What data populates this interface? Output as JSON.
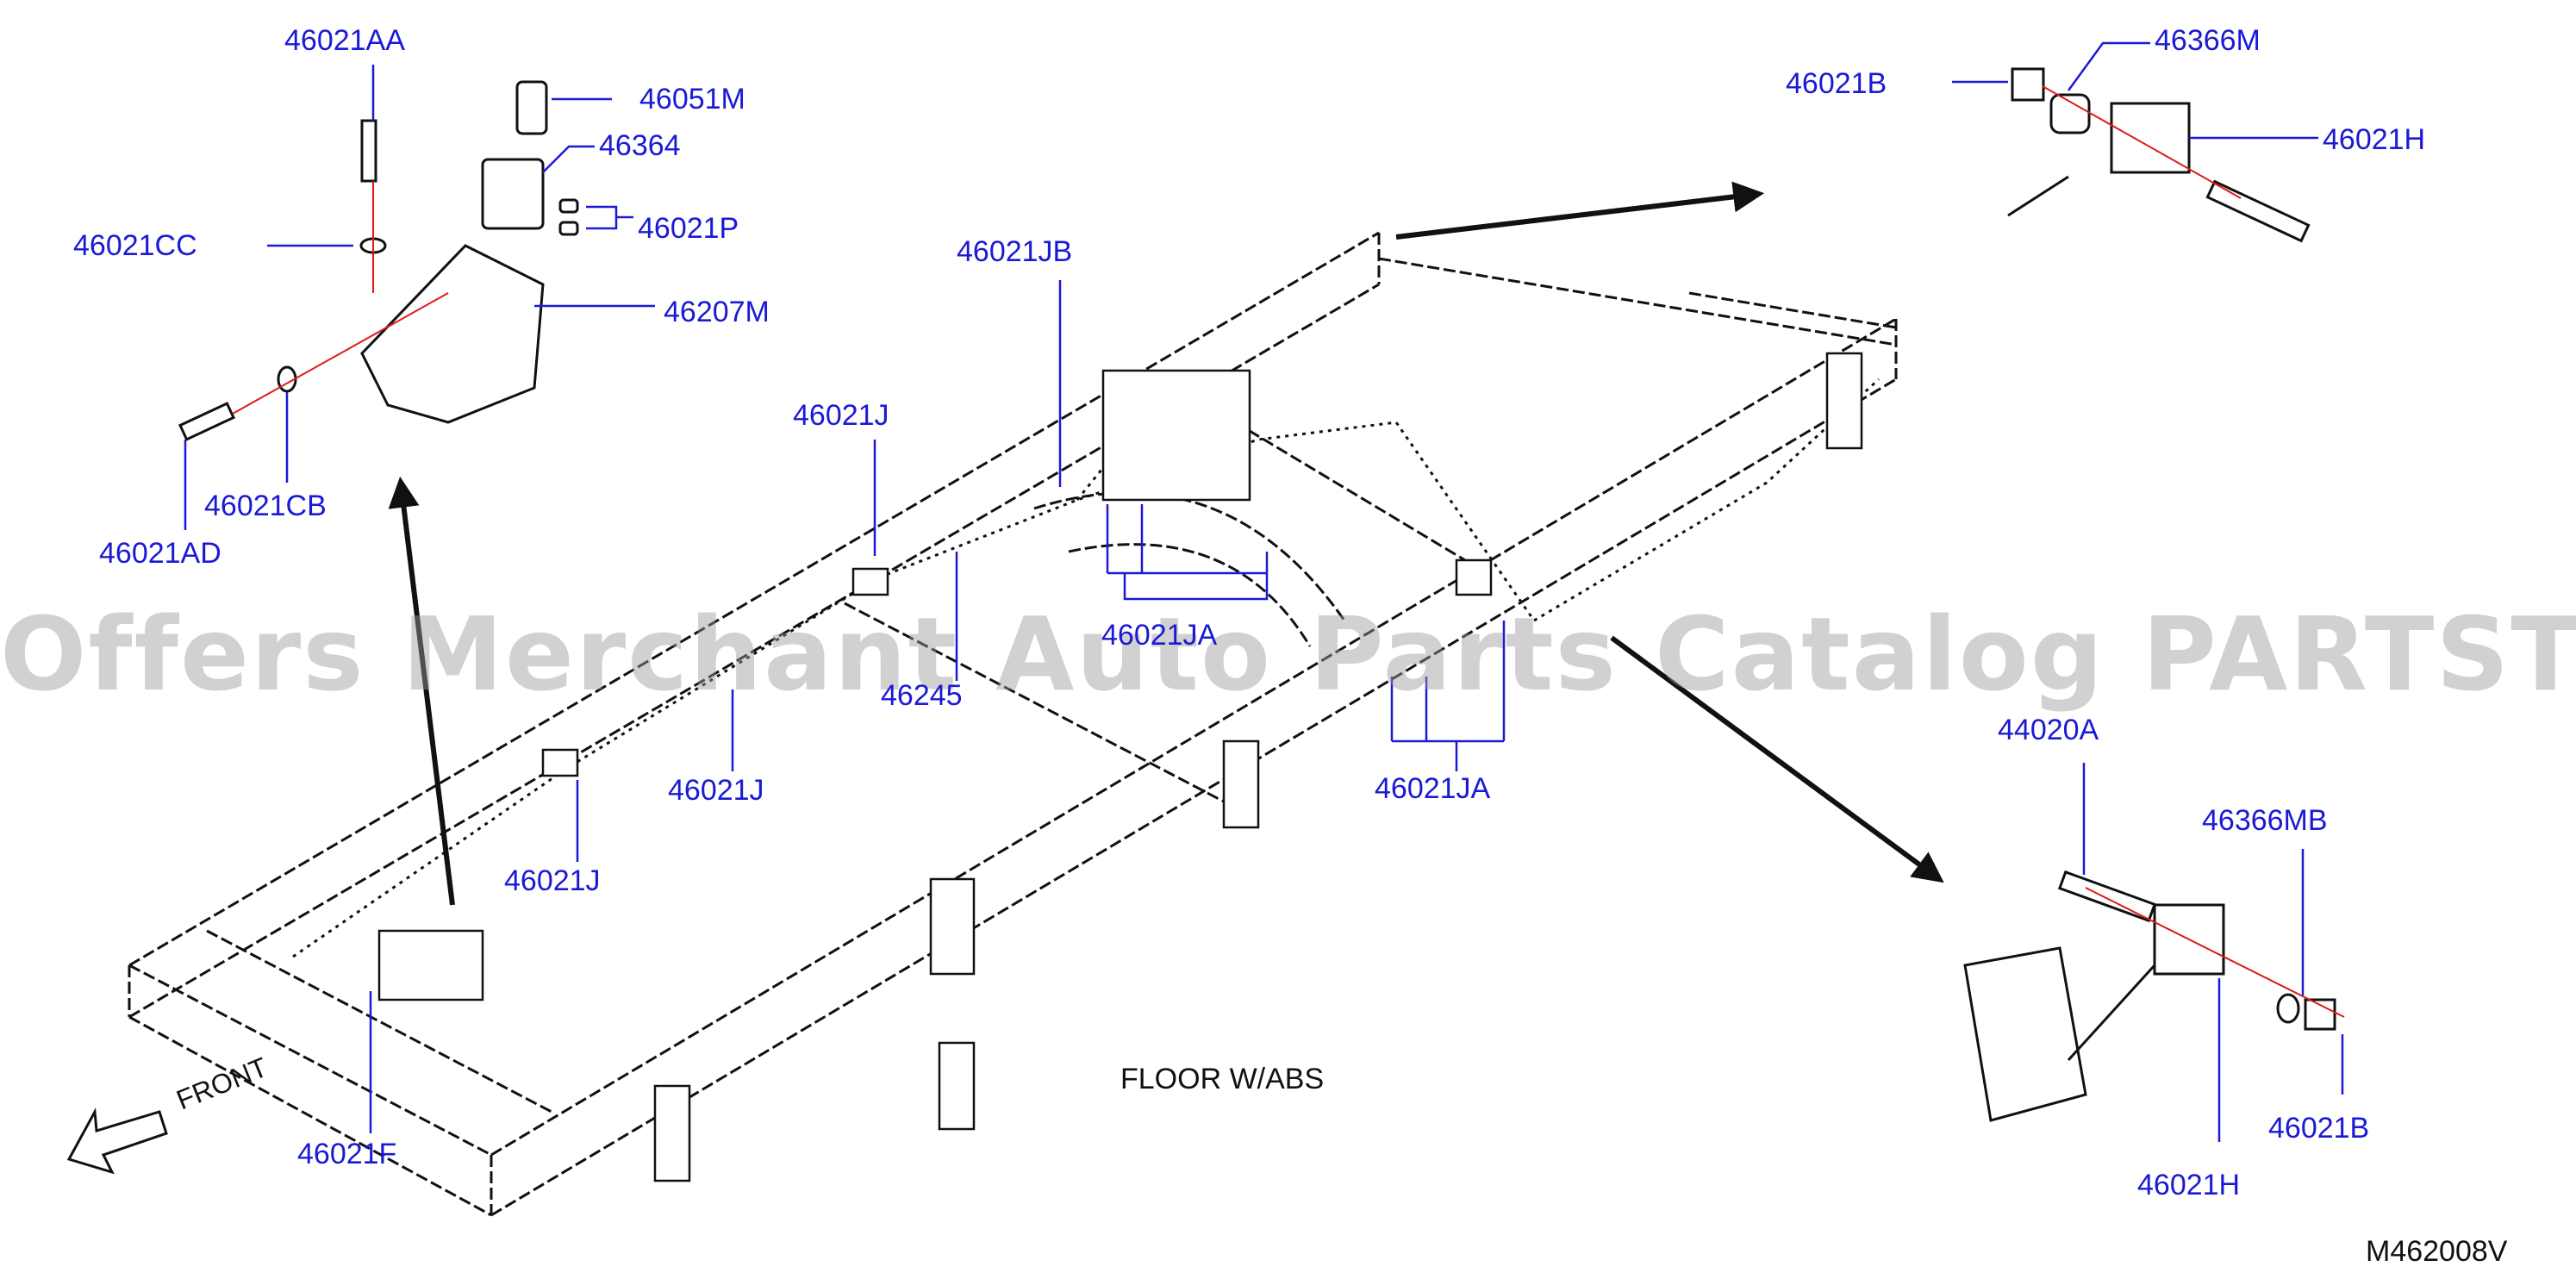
{
  "diagram": {
    "caption": "FLOOR   W/ABS",
    "front_label": "FRONT",
    "diagram_id": "M462008V",
    "watermark": "Offers Merchant Auto Parts Catalog PARTSTORE.SA",
    "callouts": {
      "p46021AA": "46021AA",
      "p46051M": "46051M",
      "p46364": "46364",
      "p46021P": "46021P",
      "p46021CC": "46021CC",
      "p46207M": "46207M",
      "p46021CB": "46021CB",
      "p46021AD": "46021AD",
      "p46021B_top": "46021B",
      "p46366M": "46366M",
      "p46021H_top": "46021H",
      "p46021JB": "46021JB",
      "p46021J_a": "46021J",
      "p46021JA_a": "46021JA",
      "p46245": "46245",
      "p46021J_b": "46021J",
      "p46021J_c": "46021J",
      "p46021JA_b": "46021JA",
      "p44020A": "44020A",
      "p46366MB": "46366MB",
      "p46021B_bot": "46021B",
      "p46021H_bot": "46021H",
      "p46021F": "46021F"
    }
  },
  "colors": {
    "callout_text": "#1a1ad6",
    "leader_line": "#1a1ad6",
    "center_line": "#e01818",
    "part_outline": "#111111",
    "watermark": "#9a9a9a"
  }
}
